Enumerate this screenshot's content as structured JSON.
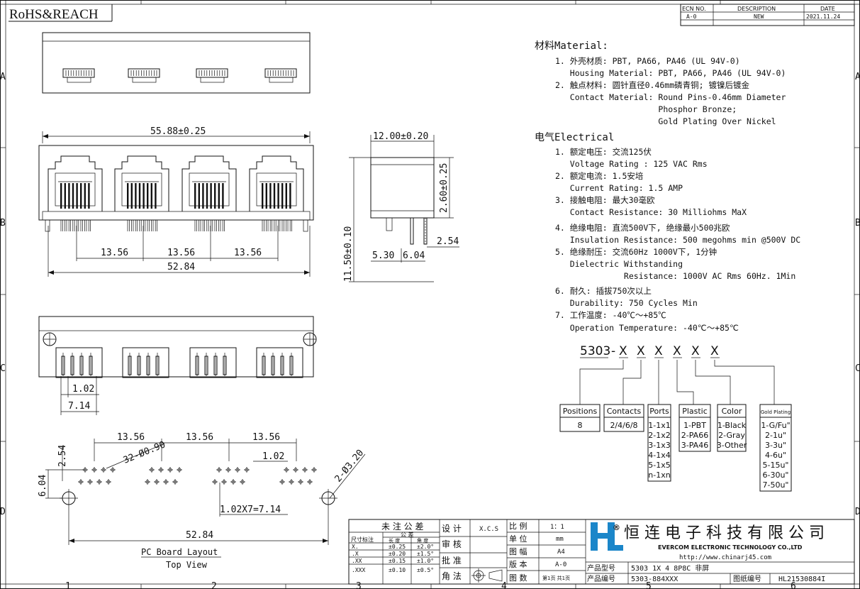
{
  "header": {
    "title": "RoHS&REACH",
    "ecn": {
      "col1": "ECN NO.",
      "col2": "DESCRIPTION",
      "col3": "DATE",
      "row_no": "A-0",
      "row_desc": "NEW",
      "row_date": "2021.11.24"
    }
  },
  "border": {
    "cols": [
      "1",
      "2",
      "3",
      "4",
      "5",
      "6"
    ],
    "rows": [
      "A",
      "B",
      "C",
      "D"
    ]
  },
  "dims": {
    "top_width": "55.88±0.25",
    "side_width": "12.00±0.20",
    "side_top": "2.60±0.25",
    "side_height": "11.50±0.10",
    "side_pitch": "2.54",
    "side_a": "5.30",
    "side_b": "6.04",
    "pitch1": "13.56",
    "pitch2": "13.56",
    "pitch3": "13.56",
    "bottom_width": "52.84",
    "pin_pitch": "1.02",
    "pin_span": "7.14",
    "pcb_p1": "13.56",
    "pcb_p2": "13.56",
    "pcb_p3": "13.56",
    "pcb_holes": "32-Ø0.90",
    "pcb_mount": "2-Ø3.20",
    "pcb_pitch": "1.02",
    "pcb_left": "6.04",
    "pcb_row": "2.54",
    "pcb_span": "1.02X7=7.14",
    "pcb_width": "52.84",
    "pcb_title": "PC Board Layout",
    "pcb_view": "Top View"
  },
  "specs": {
    "material_heading": "材料Material:",
    "material": [
      "1. 外壳材质: PBT, PA66, PA46 (UL 94V-0)",
      "   Housing Material: PBT, PA66, PA46 (UL 94V-0)",
      "2. 触点材料: 圆针直径0.46mm磷青铜; 镀镍后镀金",
      "   Contact Material: Round Pins-0.46mm Diameter",
      "                     Phosphor Bronze;",
      "                     Gold Plating Over Nickel"
    ],
    "electrical_heading": "电气Electrical",
    "electrical": [
      "1. 额定电压: 交流125伏",
      "   Voltage Rating : 125 VAC Rms",
      "2. 额定电流: 1.5安培",
      "   Current Rating: 1.5 AMP",
      "3. 接触电阻: 最大30毫欧",
      "   Contact Resistance: 30 Milliohms MaX",
      "4. 绝缘电阻: 直流500V下, 绝缘最小500兆欧",
      "   Insulation Resistance: 500 megohms min @500V DC",
      "5. 绝缘耐压: 交流60Hz 1000V下, 1分钟",
      "   Dielectric Withstanding",
      "              Resistance: 1000V AC Rms 60Hz. 1Min",
      "6. 耐久: 插拔750次以上",
      "   Durability: 750 Cycles Min",
      "7. 工作温度: -40℃～+85℃",
      "   Operation Temperature: -40℃～+85℃"
    ]
  },
  "partcode": {
    "prefix": "5303",
    "dash": "-",
    "slots": [
      "X",
      "X",
      "X",
      "X",
      "X",
      "X"
    ],
    "columns": [
      {
        "label": "Positions",
        "options": [
          "8"
        ]
      },
      {
        "label": "Contacts",
        "options": [
          "2/4/6/8"
        ]
      },
      {
        "label": "Ports",
        "options": [
          "1-1x1",
          "2-1x2",
          "3-1x3",
          "4-1x4",
          "5-1x5",
          "n-1xn"
        ]
      },
      {
        "label": "Plastic",
        "options": [
          "1-PBT",
          "2-PA66",
          "3-PA46"
        ]
      },
      {
        "label": "Color",
        "options": [
          "1-Black",
          "2-Gray",
          "3-Other"
        ]
      },
      {
        "label": "Gold Plating",
        "options": [
          "1-G/Fu\"",
          "2-1u\"",
          "3-3u\"",
          "4-6u\"",
          "5-15u\"",
          "6-30u\"",
          "7-50u\""
        ]
      }
    ]
  },
  "titleblock": {
    "tol_title": "未 注 公 差",
    "tol_col1": "尺寸标注",
    "tol_col2": "公 差",
    "tol_sub1": "长 度",
    "tol_sub2": "角 度",
    "tol_rows": [
      {
        "k": "X.",
        "l": "±0.25",
        "a": "±2.0°"
      },
      {
        "k": ".X",
        "l": "±0.20",
        "a": "±1.5°"
      },
      {
        "k": ".XX",
        "l": "±0.15",
        "a": "±1.0°"
      },
      {
        "k": ".XXX",
        "l": "±0.10",
        "a": "±0.5°"
      }
    ],
    "design": "设 计",
    "design_val": "X.C.S",
    "review": "审 核",
    "approve": "批 准",
    "projection": "角 法",
    "scale": "比 例",
    "scale_val": "1：1",
    "unit": "单 位",
    "unit_val": "mm",
    "size": "图 幅",
    "size_val": "A4",
    "version": "版 本",
    "version_val": "A-0",
    "sheets": "图 数",
    "sheets_val": "第1页 共1页",
    "company_cn": "恒 连 电 子 科 技 有 限 公 司",
    "company_en": "EVERCOM ELECTRONIC TECHNOLOGY CO.,LTD",
    "website": "http://www.chinarj45.com",
    "model_label": "产品型号",
    "model_val": "5303 1X 4 8P8C 非屏",
    "code_label": "产品编号",
    "code_val": "5303-884XXX",
    "dwg_label": "图纸编号",
    "dwg_val": "HL21530884I",
    "logo_letter": "H",
    "logo_mark": "®"
  }
}
